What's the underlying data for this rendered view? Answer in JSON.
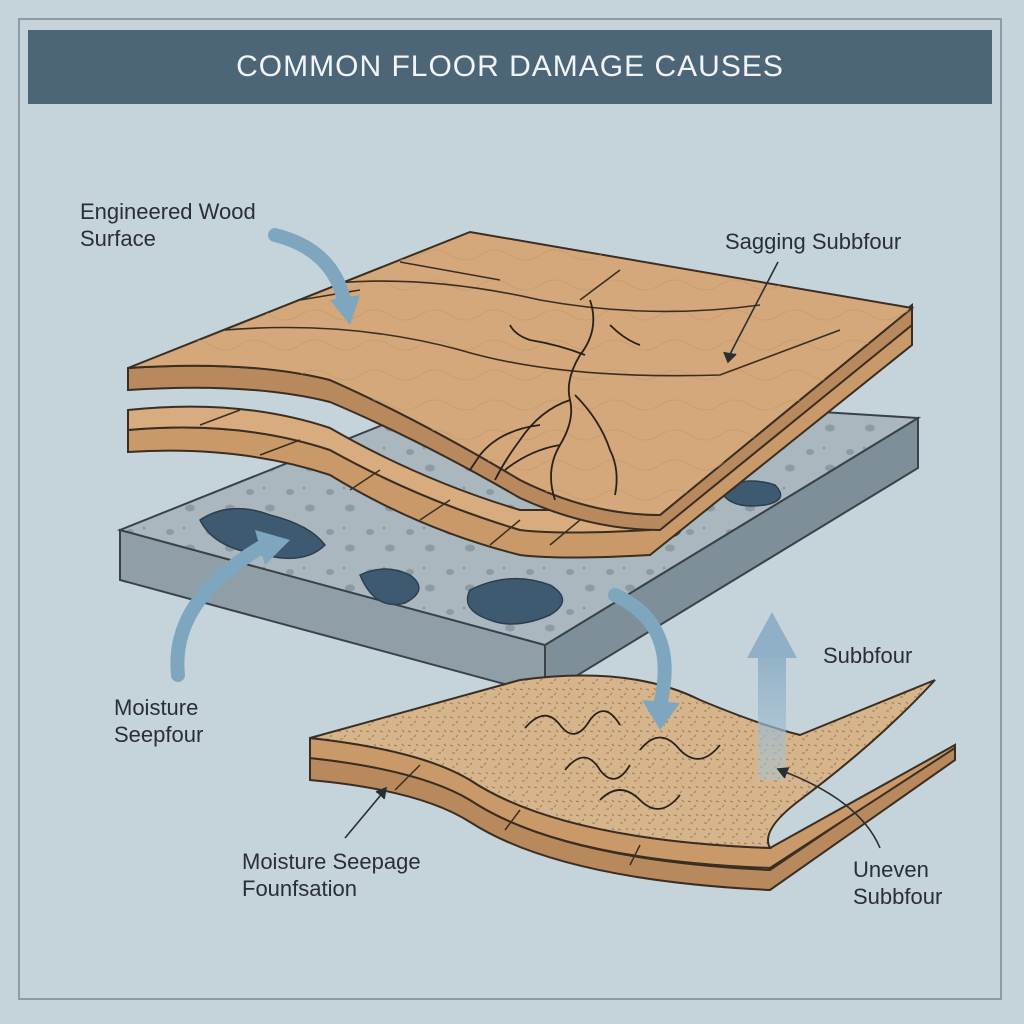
{
  "title": "COMMON FLOOR DAMAGE CAUSES",
  "labels": {
    "engineered_wood": {
      "line1": "Engineered Wood",
      "line2": "Surface"
    },
    "sagging": {
      "line1": "Sagging Subbfour"
    },
    "moisture_seepfour": {
      "line1": "Moisture",
      "line2": "Seepfour"
    },
    "subbfour": {
      "line1": "Subbfour"
    },
    "moisture_seepage": {
      "line1": "Moisture Seepage",
      "line2": "Founfsation"
    },
    "uneven": {
      "line1": "Uneven",
      "line2": "Subbfour"
    }
  },
  "colors": {
    "background": "#c5d3da",
    "title_bar": "#4d6677",
    "wood": "#d4a87a",
    "wood_edge": "#b8895c",
    "concrete": "#a3b0b8",
    "water": "#3e5a70",
    "arrow_blue": "#7ea7bf"
  }
}
